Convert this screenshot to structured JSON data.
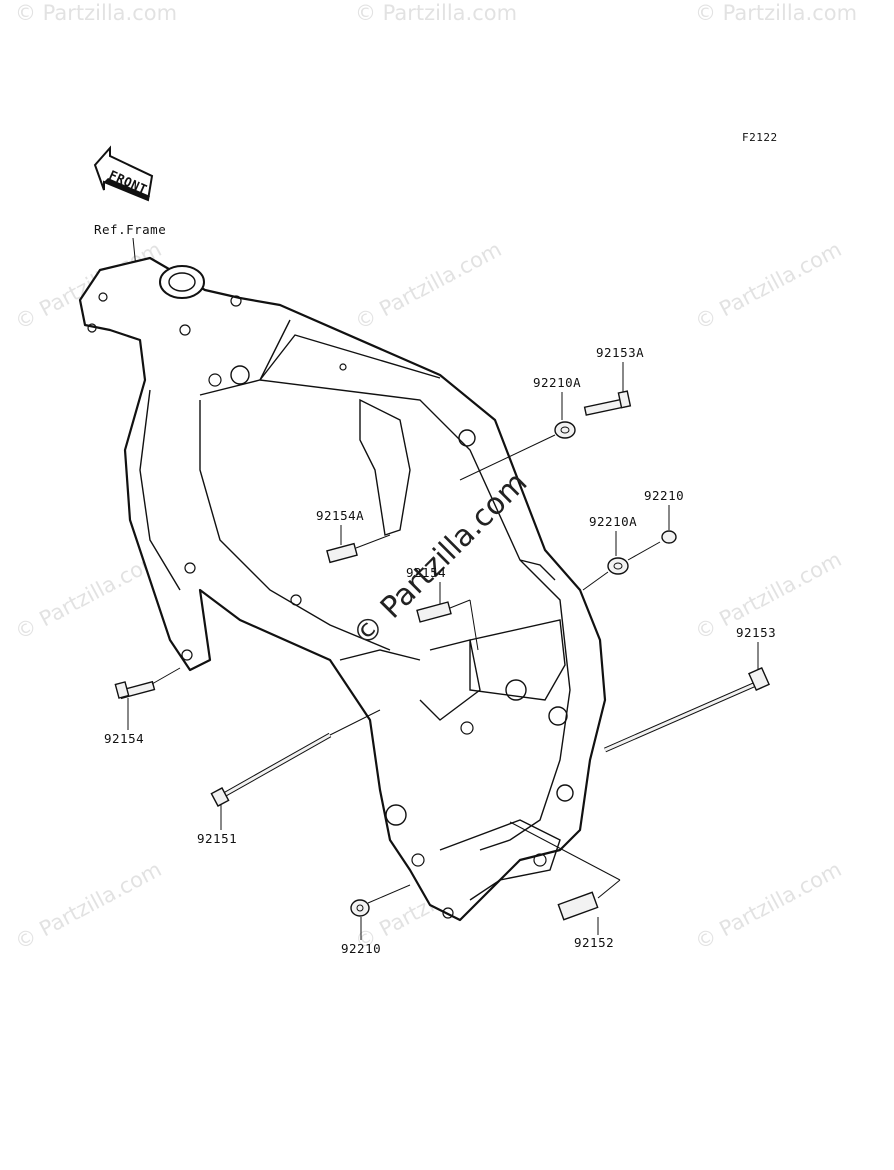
{
  "diagram_code": "F2122",
  "front_label": "FRONT",
  "ref_frame_label": "Ref.Frame",
  "watermark": "© Partzilla.com",
  "parts": [
    {
      "id": "p-92153a",
      "label": "92153A"
    },
    {
      "id": "p-92210a-top",
      "label": "92210A"
    },
    {
      "id": "p-92210-right",
      "label": "92210"
    },
    {
      "id": "p-92210a-mid",
      "label": "92210A"
    },
    {
      "id": "p-92154a",
      "label": "92154A"
    },
    {
      "id": "p-92154-center",
      "label": "92154"
    },
    {
      "id": "p-92153",
      "label": "92153"
    },
    {
      "id": "p-92154-left",
      "label": "92154"
    },
    {
      "id": "p-92151",
      "label": "92151"
    },
    {
      "id": "p-92210-bottom",
      "label": "92210"
    },
    {
      "id": "p-92152",
      "label": "92152"
    }
  ]
}
